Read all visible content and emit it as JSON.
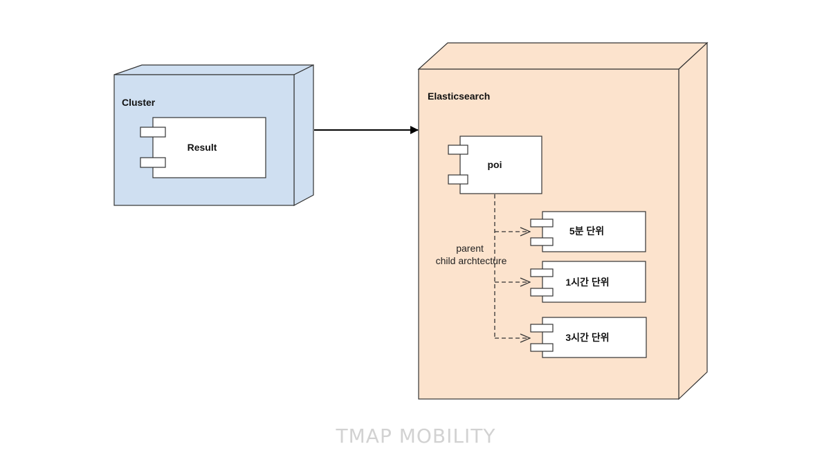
{
  "nodes": {
    "cluster": {
      "title": "Cluster",
      "color": "#cfdff1",
      "component": "Result"
    },
    "elasticsearch": {
      "title": "Elasticsearch",
      "color": "#fce3cd",
      "component": "poi",
      "children": [
        {
          "label": "5분 단위"
        },
        {
          "label": "1시간 단위"
        },
        {
          "label": "3시간 단위"
        }
      ]
    }
  },
  "annotation": {
    "line1": "parent",
    "line2": "child archtecture"
  },
  "watermark": "TMAP MOBILITY"
}
